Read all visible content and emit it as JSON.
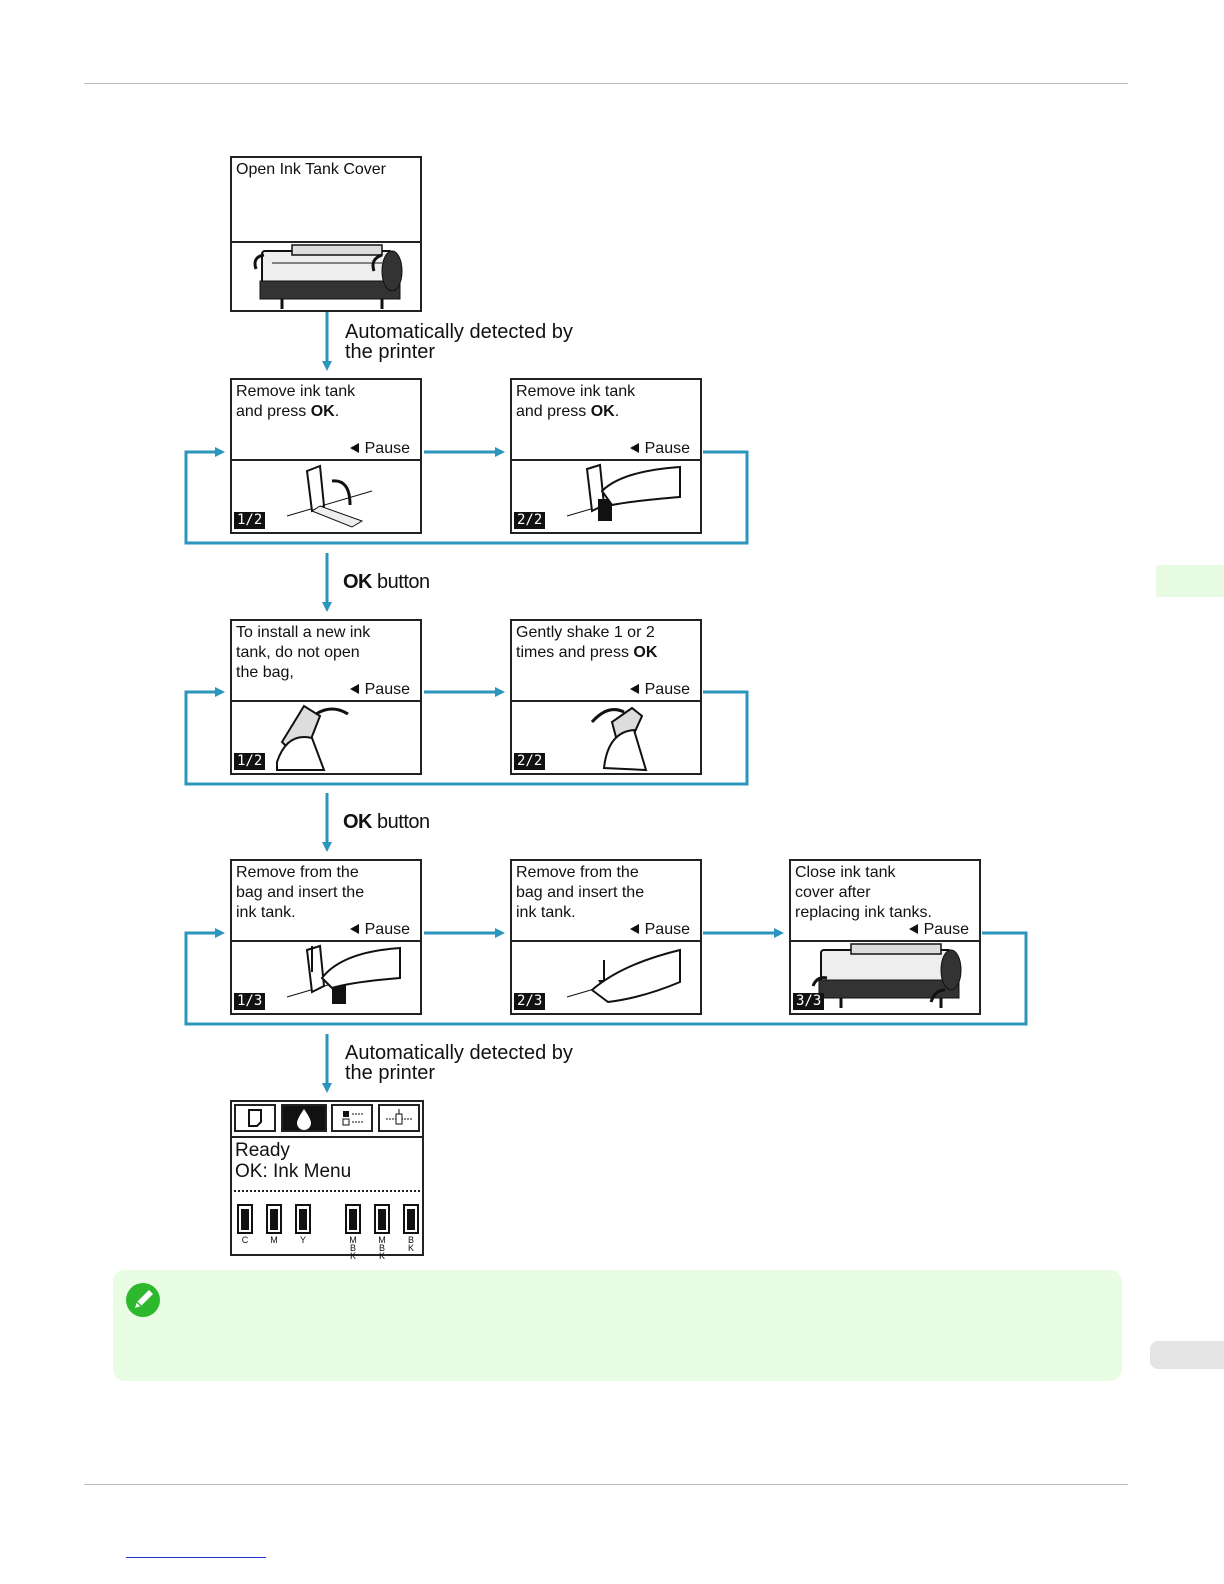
{
  "flow": {
    "auto_detect_1": [
      "Automatically detected by",
      "the printer"
    ],
    "ok_button_1": {
      "bold": "OK",
      "rest": " button"
    },
    "ok_button_2": {
      "bold": "OK",
      "rest": " button"
    },
    "auto_detect_2": [
      "Automatically detected by",
      "the printer"
    ]
  },
  "panels": {
    "open_cover": {
      "lines": [
        "Open Ink Tank Cover"
      ]
    },
    "remove_1": {
      "lines": [
        "Remove ink tank"
      ],
      "line2_pre": "and press ",
      "line2_bold": "OK",
      "line2_post": ".",
      "pause": "Pause",
      "badge": "1/2"
    },
    "remove_2": {
      "lines": [
        "Remove ink tank"
      ],
      "line2_pre": "and press ",
      "line2_bold": "OK",
      "line2_post": ".",
      "pause": "Pause",
      "badge": "2/2"
    },
    "install_1": {
      "lines": [
        "To install a new ink",
        "tank, do not open",
        "the bag,"
      ],
      "pause": "Pause",
      "badge": "1/2"
    },
    "shake_2": {
      "lines": [
        "Gently shake 1 or 2"
      ],
      "line2_pre": "times and press ",
      "line2_bold": "OK",
      "line2_post": "",
      "pause": "Pause",
      "badge": "2/2"
    },
    "insert_1": {
      "lines": [
        "Remove from the",
        "bag and insert the",
        "ink tank."
      ],
      "pause": "Pause",
      "badge": "1/3"
    },
    "insert_2": {
      "lines": [
        "Remove from the",
        "bag and insert the",
        "ink tank."
      ],
      "pause": "Pause",
      "badge": "2/3"
    },
    "close_3": {
      "lines": [
        "Close ink tank",
        "cover after",
        "replacing ink tanks."
      ],
      "pause": "Pause",
      "badge": "3/3"
    }
  },
  "status": {
    "line1": "Ready",
    "line2": "OK: Ink Menu",
    "inks": [
      "C",
      "M",
      "Y",
      "MBK",
      "MBK",
      "BK"
    ]
  },
  "colors": {
    "arrow": "#2b95bd",
    "note_bg": "#e8fde4",
    "side_tab": "#e6fbe2"
  }
}
